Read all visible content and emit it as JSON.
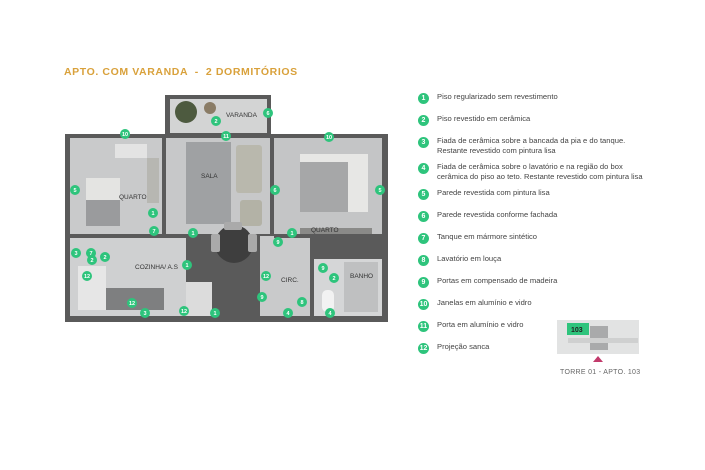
{
  "title": "APTO. COM VARANDA  -  2 DORMITÓRIOS",
  "rooms": {
    "varanda": "VARANDA",
    "sala": "SALA",
    "quarto1": "QUARTO",
    "quarto2": "QUARTO",
    "cozinha": "COZINHA/ A.S",
    "circ": "CIRC.",
    "banho": "BANHO"
  },
  "legend": [
    {
      "num": "1",
      "lines": [
        "Piso regularizado sem revestimento"
      ]
    },
    {
      "num": "2",
      "lines": [
        "Piso revestido em cerâmica"
      ]
    },
    {
      "num": "3",
      "lines": [
        "Fiada de cerâmica sobre a bancada da pia e do tanque.",
        "Restante revestido com pintura lisa"
      ]
    },
    {
      "num": "4",
      "lines": [
        "Fiada de cerâmica sobre o lavatório e na região do box",
        "cerâmica do piso ao teto. Restante revestido com pintura lisa"
      ]
    },
    {
      "num": "5",
      "lines": [
        "Parede revestida com pintura lisa"
      ]
    },
    {
      "num": "6",
      "lines": [
        "Parede revestida conforme fachada"
      ]
    },
    {
      "num": "7",
      "lines": [
        "Tanque em mármore sintético"
      ]
    },
    {
      "num": "8",
      "lines": [
        "Lavatório em louça"
      ]
    },
    {
      "num": "9",
      "lines": [
        "Portas em compensado de madeira"
      ]
    },
    {
      "num": "10",
      "lines": [
        "Janelas em alumínio e vidro"
      ]
    },
    {
      "num": "11",
      "lines": [
        "Porta em alumínio e vidro"
      ]
    },
    {
      "num": "12",
      "lines": [
        "Projeção sanca"
      ]
    }
  ],
  "markers": [
    "1",
    "2",
    "3",
    "4",
    "5",
    "6",
    "7",
    "8",
    "9",
    "10",
    "11",
    "12"
  ],
  "location": {
    "unit": "103",
    "caption": "TORRE 01 - APTO. 103"
  },
  "colors": {
    "accent": "#2ec47c",
    "title": "#d9a13b",
    "wall": "#585858",
    "floor": "#c9cacb",
    "pointer": "#c23a6b"
  }
}
